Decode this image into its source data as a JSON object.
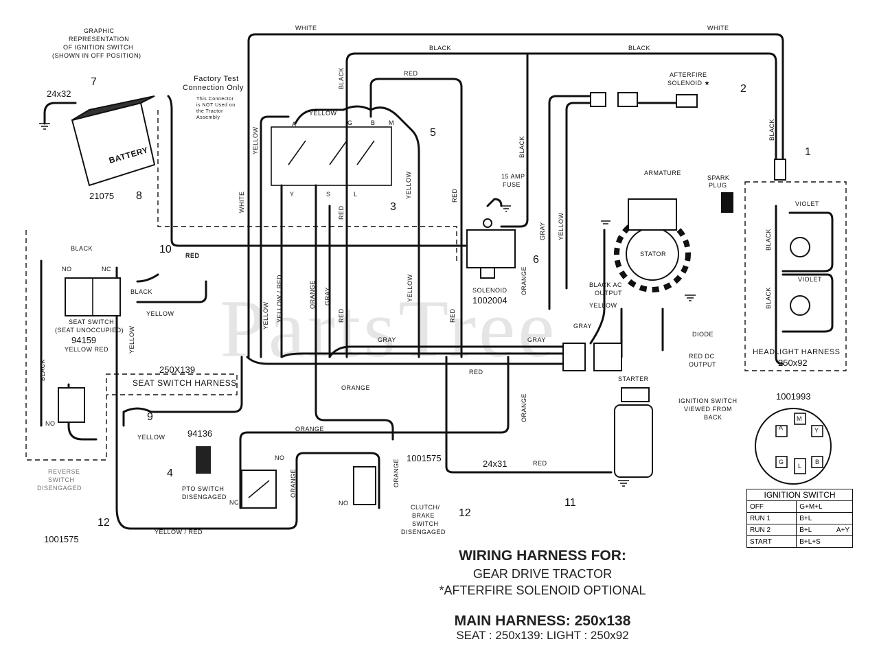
{
  "wire_colors": {
    "white": "WHITE",
    "black": "BLACK",
    "red": "RED",
    "yellow": "YELLOW",
    "orange": "ORANGE",
    "gray": "GRAY",
    "violet": "VIOLET",
    "yellow_red": "YELLOW  RED",
    "yellow_slash_red": "YELLOW / RED"
  },
  "labels": {
    "graphic_rep": [
      "GRAPHIC",
      "REPRESENTATION",
      "OF IGNITION SWITCH",
      "(SHOWN IN OFF POSITION)"
    ],
    "factory_test": [
      "Factory Test",
      "Connection Only"
    ],
    "factory_note": [
      "This Connector",
      "is NOT Used on",
      "the Tractor",
      "Assembly"
    ],
    "battery": "BATTERY",
    "fuse": [
      "15 AMP",
      "FUSE"
    ],
    "solenoid": "SOLENOID",
    "afterfire": [
      "AFTERFIRE",
      "SOLENOID ★"
    ],
    "armature": "ARMATURE",
    "spark_plug": [
      "SPARK",
      "PLUG"
    ],
    "stator": "STATOR",
    "black_ac": [
      "BLACK AC",
      "OUTPUT"
    ],
    "diode": "DIODE",
    "red_dc": [
      "RED DC",
      "OUTPUT"
    ],
    "starter": "STARTER",
    "headlight_harness": "HEADLIGHT HARNESS",
    "seat_switch": [
      "SEAT SWITCH",
      "(SEAT UNOCCUPIED)"
    ],
    "seat_switch_harness": "SEAT SWITCH HARNESS",
    "pto_switch": [
      "PTO SWITCH",
      "DISENGAGED"
    ],
    "clutch_switch": [
      "CLUTCH/",
      "BRAKE",
      "SWITCH",
      "DISENGAGED"
    ],
    "reverse_switch": [
      "REVERSE",
      "SWITCH",
      "DISENGAGED"
    ],
    "ign_view": [
      "IGNITION SWITCH",
      "VIEWED FROM",
      "BACK"
    ],
    "terminal_letters": [
      "A",
      "G",
      "B",
      "M",
      "Y",
      "S",
      "L"
    ],
    "nc": "NC",
    "no": "NO"
  },
  "part_numbers": {
    "p24x32": "24x32",
    "p21075": "21075",
    "p1002004": "1002004",
    "p250x92": "250x92",
    "p250x139": "250X139",
    "p94159": "94159",
    "p94136": "94136",
    "p1001575a": "1001575",
    "p1001575b": "1001575",
    "p1001993": "1001993",
    "p24x31": "24x31"
  },
  "callouts": [
    "1",
    "2",
    "3",
    "4",
    "5",
    "6",
    "7",
    "8",
    "9",
    "10",
    "11",
    "12",
    "12"
  ],
  "ignition_table": {
    "title": "IGNITION SWITCH",
    "rows": [
      {
        "pos": "OFF",
        "contacts": "G+M+L",
        "extra": ""
      },
      {
        "pos": "RUN 1",
        "contacts": "B+L",
        "extra": ""
      },
      {
        "pos": "RUN 2",
        "contacts": "B+L",
        "extra": "A+Y"
      },
      {
        "pos": "START",
        "contacts": "B+L+S",
        "extra": ""
      }
    ]
  },
  "titles": {
    "line1": "WIRING HARNESS FOR:",
    "line2": "GEAR DRIVE TRACTOR",
    "line3": "*AFTERFIRE SOLENOID OPTIONAL",
    "line4": "MAIN HARNESS: 250x138",
    "line5": "SEAT : 250x139:     LIGHT : 250x92"
  },
  "watermark": "PartsTree"
}
